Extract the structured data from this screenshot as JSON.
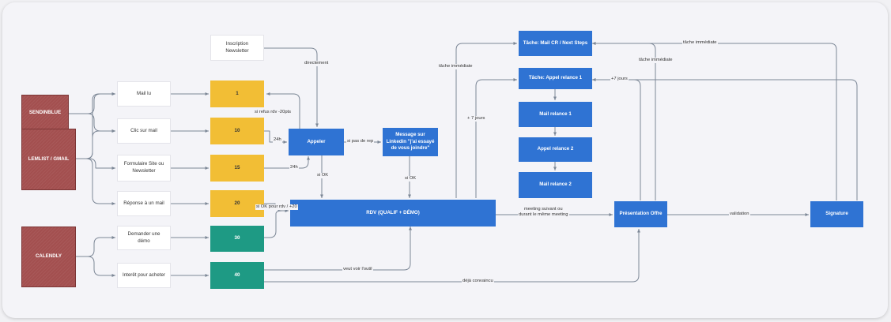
{
  "nodes": {
    "sendinblue": "SENDINBLUE",
    "lemlist": "LEMLIST / GMAIL",
    "calendly": "CALENDLY",
    "mail_lu": "Mail lu",
    "clic_mail": "Clic sur mail",
    "formulaire": "Formulaire Site ou\nNewsletter",
    "reponse_mail": "Réponse à un mail",
    "demander_demo": "Demander une démo",
    "interet_acheter": "Interêt pour acheter",
    "inscription_newsletter": "Inscription\nNewsletter",
    "score_1": "1",
    "score_10": "10",
    "score_15": "15",
    "score_20": "20",
    "score_30": "30",
    "score_40": "40",
    "appeler": "Appeler",
    "message_linkedin": "Message sur\nLinkedin \"j'ai essayé\nde vous joindre\"",
    "rdv": "RDV (QUALIF + DÉMO)",
    "tache_mail_cr": "Tâche: Mail CR / Next Steps",
    "tache_appel_relance": "Tâche: Appel relance 1",
    "mail_relance_1": "Mail relance 1",
    "appel_relance_2": "Appel relance 2",
    "mail_relance_2": "Mail relance 2",
    "presentation_offre": "Présentation Offre",
    "signature": "Signature"
  },
  "edge_labels": {
    "directement": "directement",
    "si_refus": "si refus rdv -20pts",
    "24h_a": "24h",
    "24h_b": "24h",
    "si_pas_de_rep": "si pas de rep",
    "si_ok_1": "si OK",
    "si_ok_2": "si OK",
    "si_ok_pour_rdv": "si OK pour rdv / +20",
    "tache_immediate_1": "tâche immédiate",
    "plus_7_jours_1": "+ 7 jours",
    "tache_immediate_2": "tâche immédiate",
    "tache_immediate_3": "tâche immédiate",
    "plus_7_jours_2": "+7 jours",
    "meeting_suivant": "meeting suivant ou\ndurant le même meeting",
    "validation": "validation",
    "veut_voir_outil": "veut voir l'outil",
    "deja_convaincu": "déjà convaincu"
  },
  "colors": {
    "source": "#a34f4f",
    "score_yellow": "#f2be35",
    "score_teal": "#1e9a84",
    "action_blue": "#2f73d3",
    "connector": "#7c8796"
  }
}
